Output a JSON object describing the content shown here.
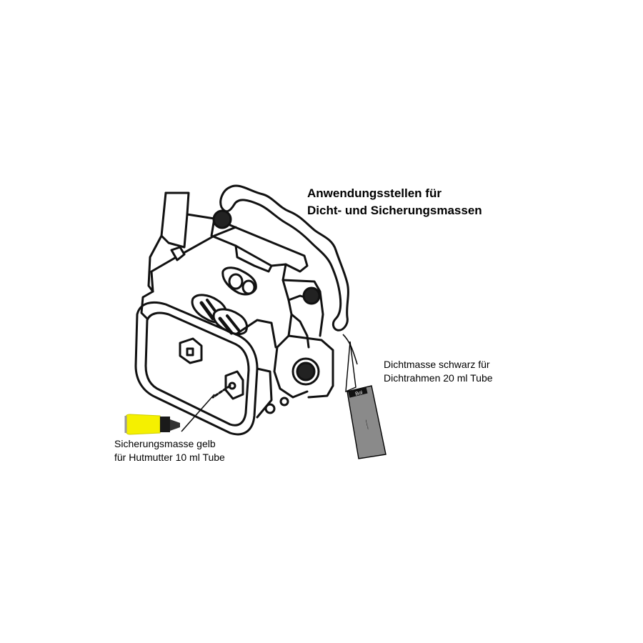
{
  "diagram": {
    "title_line1": "Anwendungsstellen für",
    "title_line2": "Dicht- und Sicherungsmassen",
    "black_sealant": {
      "line1": "Dichtmasse schwarz für",
      "line2": "Dichtrahmen  20 ml Tube",
      "tube_color": "#8a8a8a",
      "cap_color": "#111111"
    },
    "yellow_locking": {
      "line1": "Sicherungsmasse gelb",
      "line2": "für Hutmutter 10 ml Tube",
      "tube_color": "#f5f000",
      "cap_color": "#1a1a1a"
    },
    "parts": [
      "cylinder-head",
      "valve-cover",
      "gasket-frame",
      "cap-nut"
    ]
  }
}
